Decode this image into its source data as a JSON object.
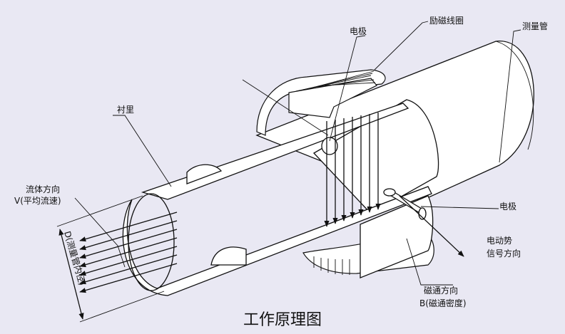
{
  "title": "工作原理图",
  "labels": {
    "electrode_top": "电极",
    "excitation_coil": "励磁线圈",
    "measuring_tube": "测量管",
    "lining": "衬里",
    "flow_direction": "流体方向",
    "flow_velocity": "V(平均流速)",
    "electrode_right": "电极",
    "emf_line1": "电动势",
    "emf_line2": "信号方向",
    "flux_direction": "磁通方向",
    "flux_density": "B(磁通密度)",
    "diameter": "D(测量管内径)"
  },
  "colors": {
    "background": "#e9e8f3",
    "stroke": "#111111",
    "fill": "#ffffff"
  }
}
